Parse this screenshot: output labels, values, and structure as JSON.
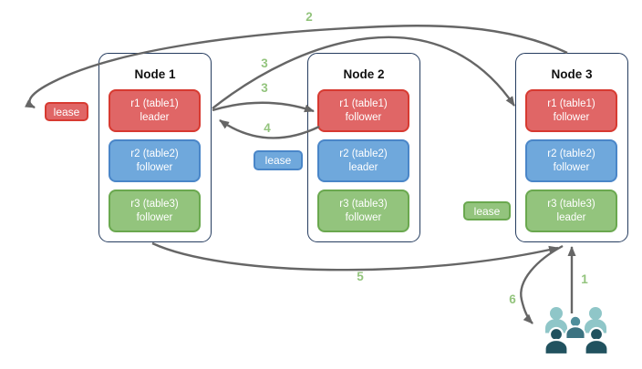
{
  "diagram": {
    "kind": "distributed database replication / request flow",
    "nodes": [
      {
        "title": "Node 1",
        "replicas": [
          {
            "name": "r1 (table1)",
            "role": "leader",
            "color": "red"
          },
          {
            "name": "r2 (table2)",
            "role": "follower",
            "color": "blue"
          },
          {
            "name": "r3 (table3)",
            "role": "follower",
            "color": "green"
          }
        ]
      },
      {
        "title": "Node 2",
        "replicas": [
          {
            "name": "r1 (table1)",
            "role": "follower",
            "color": "red"
          },
          {
            "name": "r2 (table2)",
            "role": "leader",
            "color": "blue"
          },
          {
            "name": "r3 (table3)",
            "role": "follower",
            "color": "green"
          }
        ]
      },
      {
        "title": "Node 3",
        "replicas": [
          {
            "name": "r1 (table1)",
            "role": "follower",
            "color": "red"
          },
          {
            "name": "r2 (table2)",
            "role": "follower",
            "color": "blue"
          },
          {
            "name": "r3 (table3)",
            "role": "leader",
            "color": "green"
          }
        ]
      }
    ],
    "leases": {
      "red": {
        "label": "lease"
      },
      "blue": {
        "label": "lease"
      },
      "green": {
        "label": "lease"
      }
    },
    "steps": {
      "s1": "1",
      "s2": "2",
      "s3_long": "3",
      "s3_short": "3",
      "s4": "4",
      "s5": "5",
      "s6": "6"
    },
    "icons": {
      "users": "users-group-icon"
    },
    "colors": {
      "replica_red": "#e06666",
      "replica_red_border": "#d73a31",
      "replica_blue": "#6fa8dc",
      "replica_blue_border": "#4a86c8",
      "replica_green": "#93c47d",
      "replica_green_border": "#6aa84f",
      "node_border": "#253c5f",
      "arrow": "#666666",
      "step_label": "#93c47d",
      "user_light": "#8fc6c8",
      "user_mid": "#4f8e9b",
      "user_dark": "#21525f"
    }
  }
}
